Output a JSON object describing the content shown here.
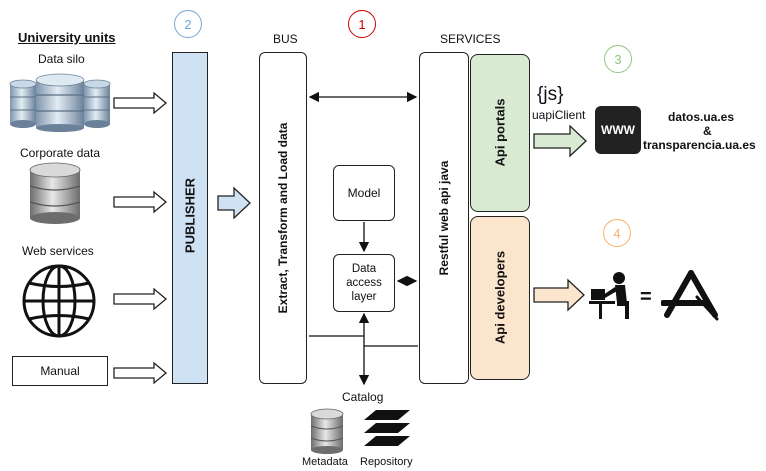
{
  "left": {
    "title": "University units",
    "data_silo": "Data silo",
    "corporate_data": "Corporate data",
    "web_services": "Web services",
    "manual": "Manual"
  },
  "publisher": {
    "label": "PUBLISHER",
    "step": "2"
  },
  "bus": {
    "header": "BUS",
    "step": "1",
    "etl_label": "Extract, Transform and Load data"
  },
  "model": "Model",
  "dal": "Data access layer",
  "catalog": {
    "label": "Catalog",
    "metadata": "Metadata",
    "repository": "Repository"
  },
  "services": {
    "header": "SERVICES",
    "restful_label": "Restful web api java",
    "api_portals": "Api portals",
    "api_developers": "Api developers"
  },
  "portal": {
    "step": "3",
    "js_badge": "{js}",
    "client": "uapiClient",
    "www": "WWW",
    "site1": "datos.ua.es",
    "amp": "&",
    "site2": "transparencia.ua.es"
  },
  "developers": {
    "step": "4",
    "equals": "="
  },
  "colors": {
    "publisher": "#cfe2f3",
    "api_portals": "#d9ead3",
    "api_developers": "#fce5cd",
    "step1": "#cc0000",
    "step2": "#6fa8dc",
    "step3": "#93c47d",
    "step4": "#f6b26b"
  }
}
